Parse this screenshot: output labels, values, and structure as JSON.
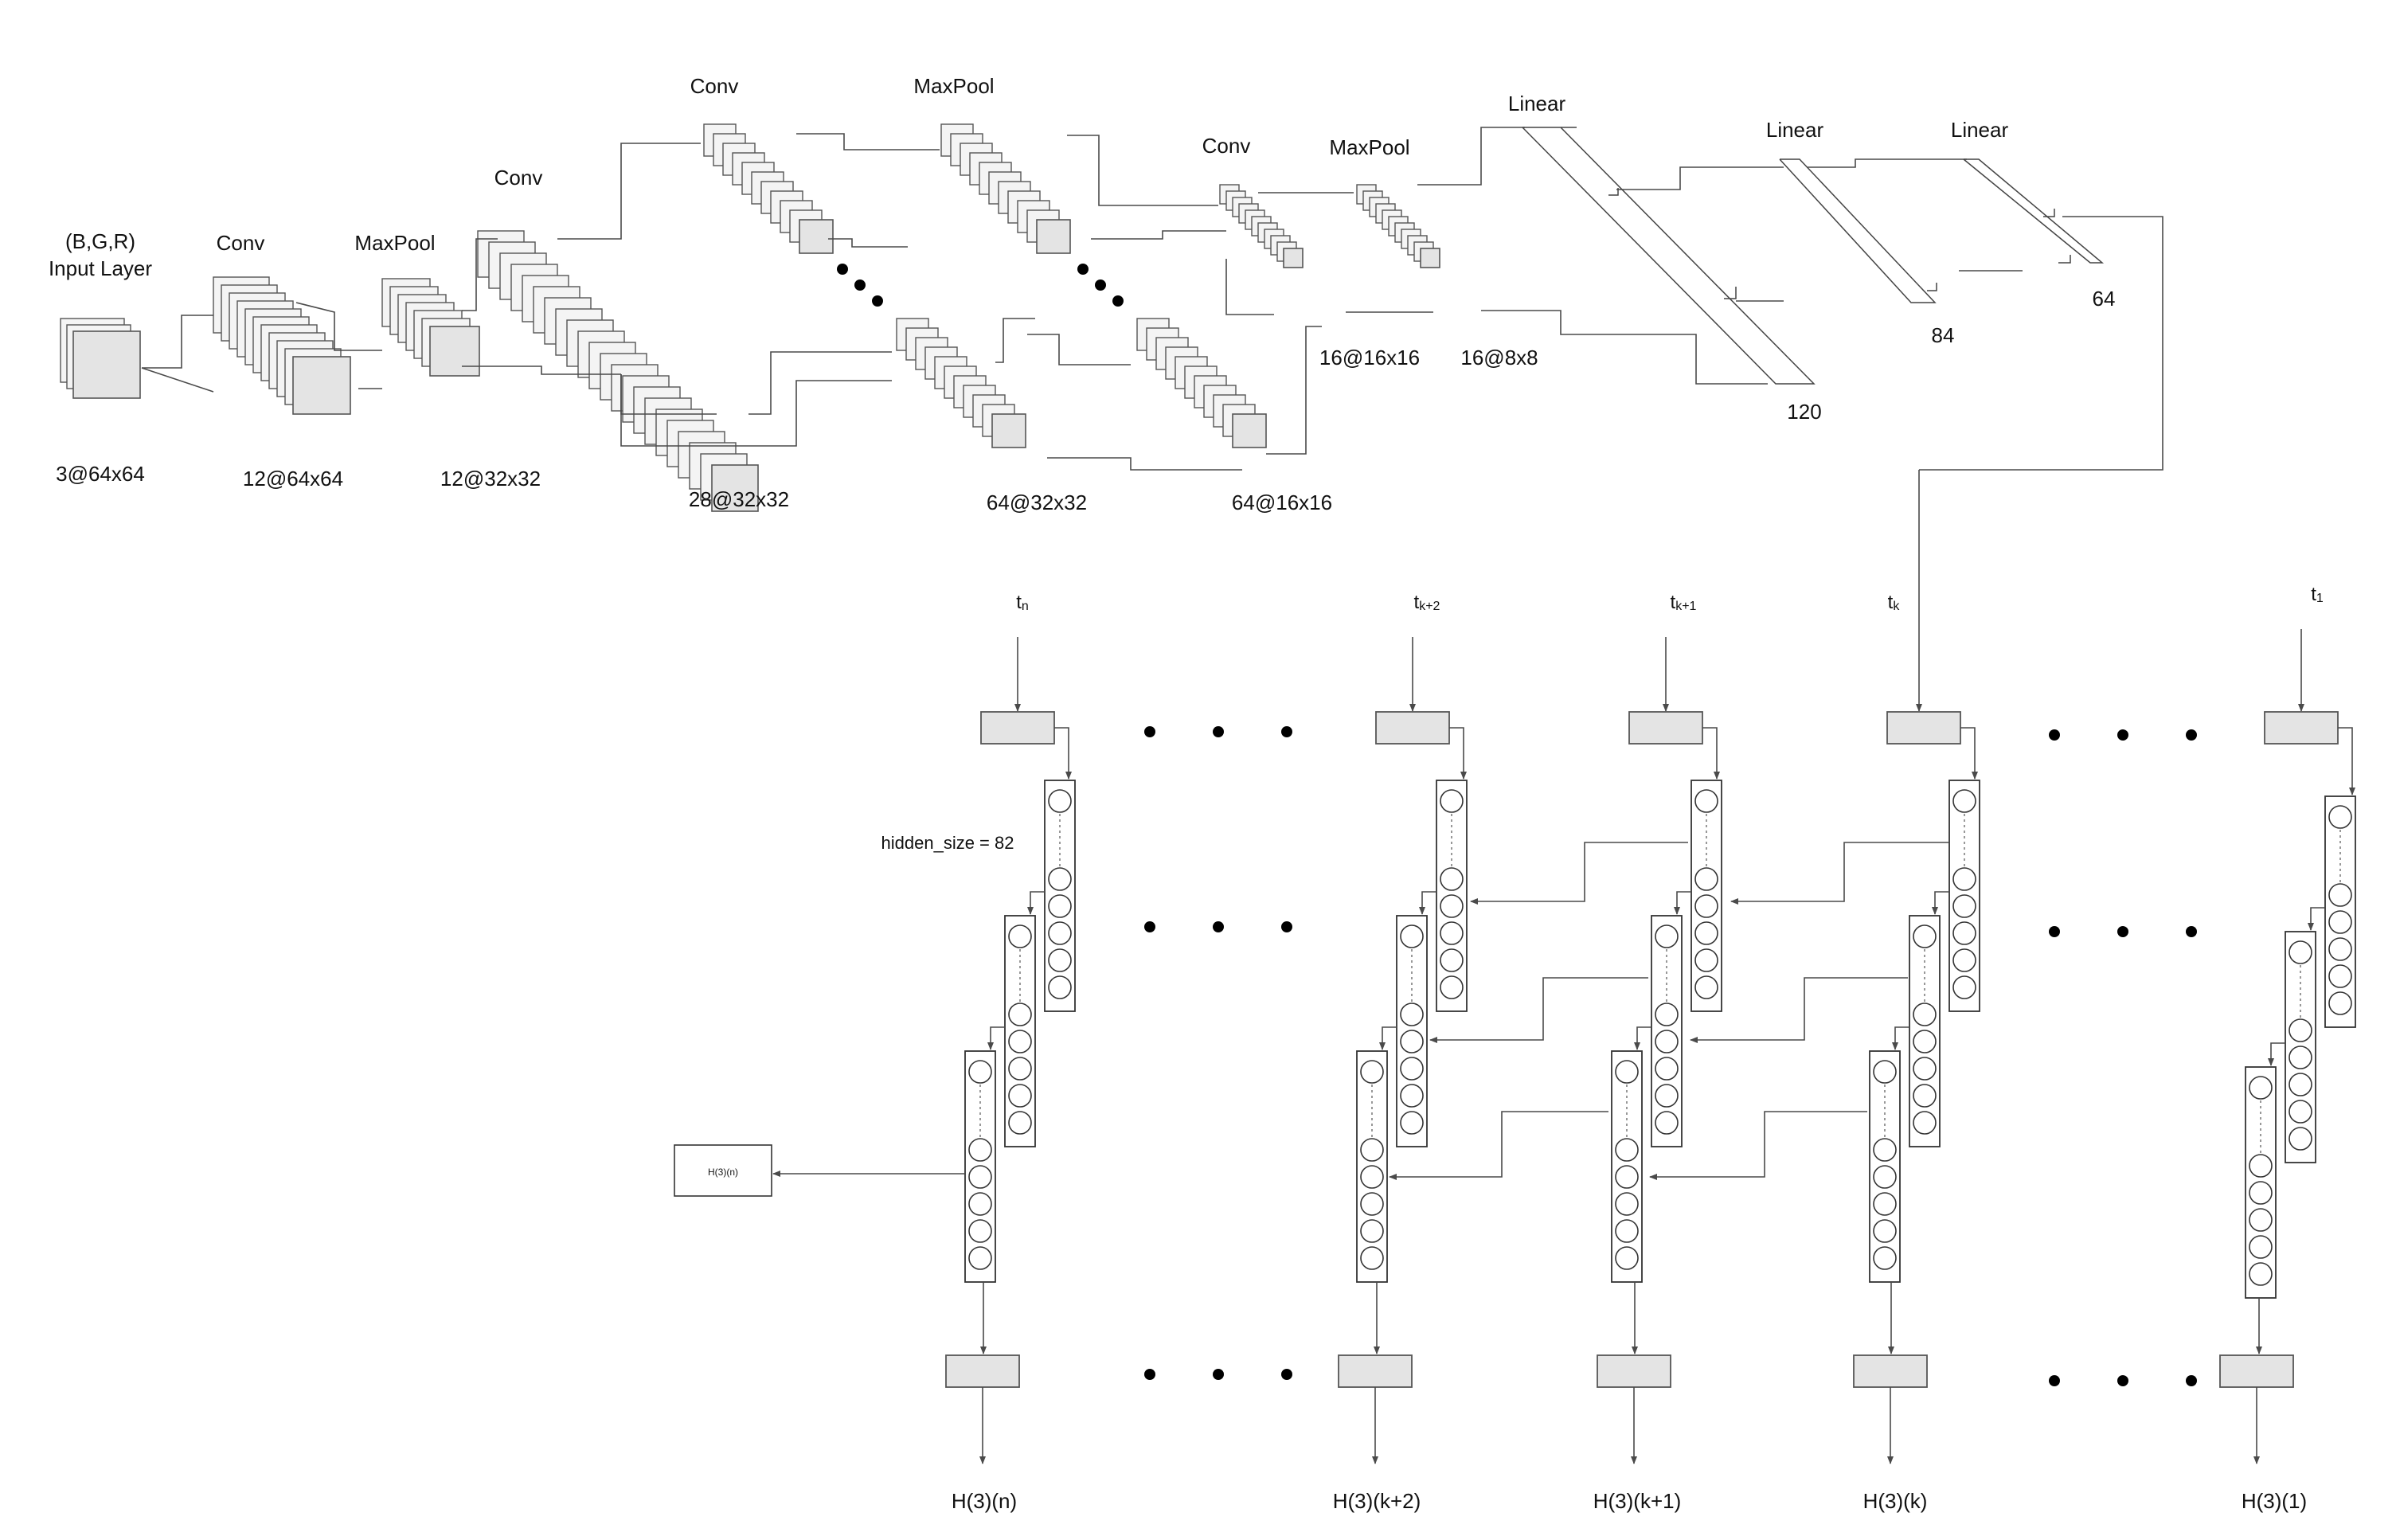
{
  "cnn": {
    "input_title": "(B,G,R)",
    "input_subtitle": "Input Layer",
    "layer_titles": {
      "conv1": "Conv",
      "pool1": "MaxPool",
      "conv2": "Conv",
      "conv3": "Conv",
      "pool2": "MaxPool",
      "conv4": "Conv",
      "pool3": "MaxPool"
    },
    "linear_titles": [
      "Linear",
      "Linear",
      "Linear"
    ],
    "shapes": {
      "input": "3@64x64",
      "conv1": "12@64x64",
      "pool1": "12@32x32",
      "conv2": "28@32x32",
      "conv3": "64@32x32",
      "pool2": "64@16x16",
      "conv4": "16@16x16",
      "pool3": "16@8x8"
    },
    "linear_sizes": [
      "120",
      "84",
      "64"
    ]
  },
  "rnn": {
    "time_labels": {
      "tn": {
        "base": "t",
        "sub": "n"
      },
      "tk2": {
        "base": "t",
        "sub": "k+2"
      },
      "tk1": {
        "base": "t",
        "sub": "k+1"
      },
      "tk": {
        "base": "t",
        "sub": "k"
      },
      "t1": {
        "base": "t",
        "sub": "1"
      }
    },
    "hidden_size_label": "hidden_size = 82",
    "side_output": "H(3)(n)",
    "outputs": {
      "n": "H(3)(n)",
      "k2": "H(3)(k+2)",
      "k1": "H(3)(k+1)",
      "k": "H(3)(k)",
      "one": "H(3)(1)"
    }
  }
}
